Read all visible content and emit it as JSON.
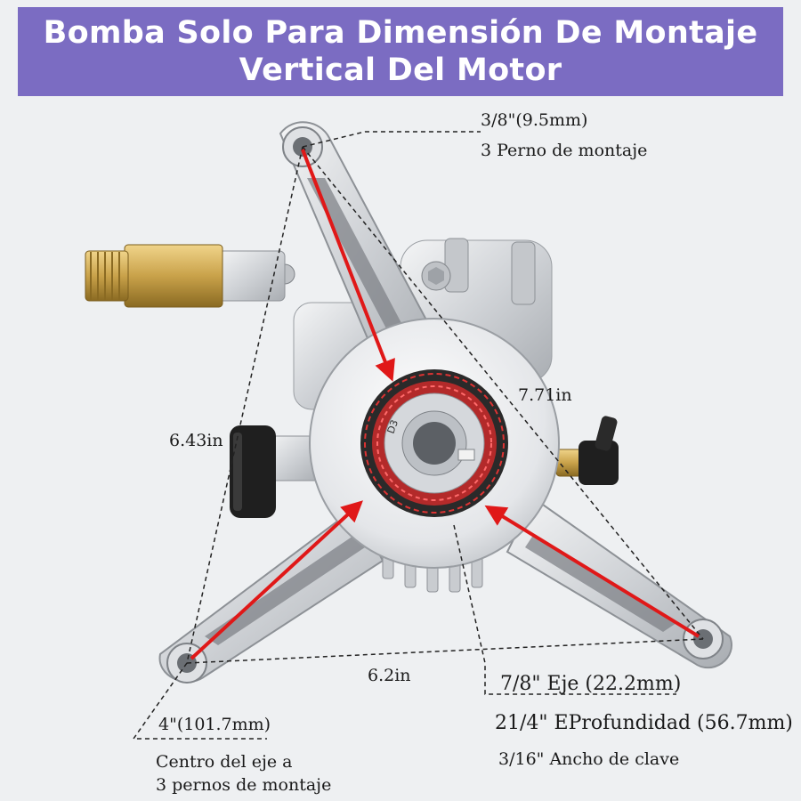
{
  "title": {
    "line1": "Bomba Solo Para Dimensión De Montaje",
    "line2": "Vertical Del Motor"
  },
  "labels": {
    "bolt_size": "3/8\"(9.5mm)",
    "bolt_count": "3 Perno de montaje",
    "dim_right": "7.71in",
    "dim_left": "6.43in",
    "dim_bottom": "6.2in",
    "shaft": "7/8\" Eje (22.2mm)",
    "depth": "21/4\" EProfundidad (56.7mm)",
    "key_width": "3/16\" Ancho de clave",
    "center_dist": "4\"(101.7mm)",
    "center_desc_1": "Centro del eje a",
    "center_desc_2": "3 pernos de montaje"
  },
  "shaft_marking": "D3",
  "colors": {
    "banner": "#7b6cc2",
    "arrow": "#e01818",
    "brass": "#c9a24a",
    "metal": "#d6d8db",
    "rubber": "#1f1f1f"
  }
}
